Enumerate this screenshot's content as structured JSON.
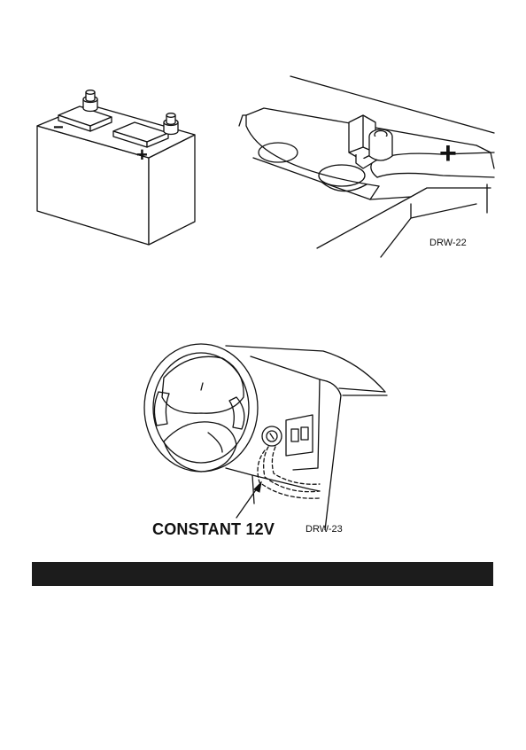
{
  "figures": {
    "battery": {
      "negative_symbol": "−",
      "positive_symbol": "+"
    },
    "terminal": {
      "positive_symbol": "+",
      "caption": "DRW-22"
    },
    "dashboard": {
      "callout": "CONSTANT 12V",
      "caption": "DRW-23"
    }
  },
  "footer_bar": {
    "text": ""
  }
}
